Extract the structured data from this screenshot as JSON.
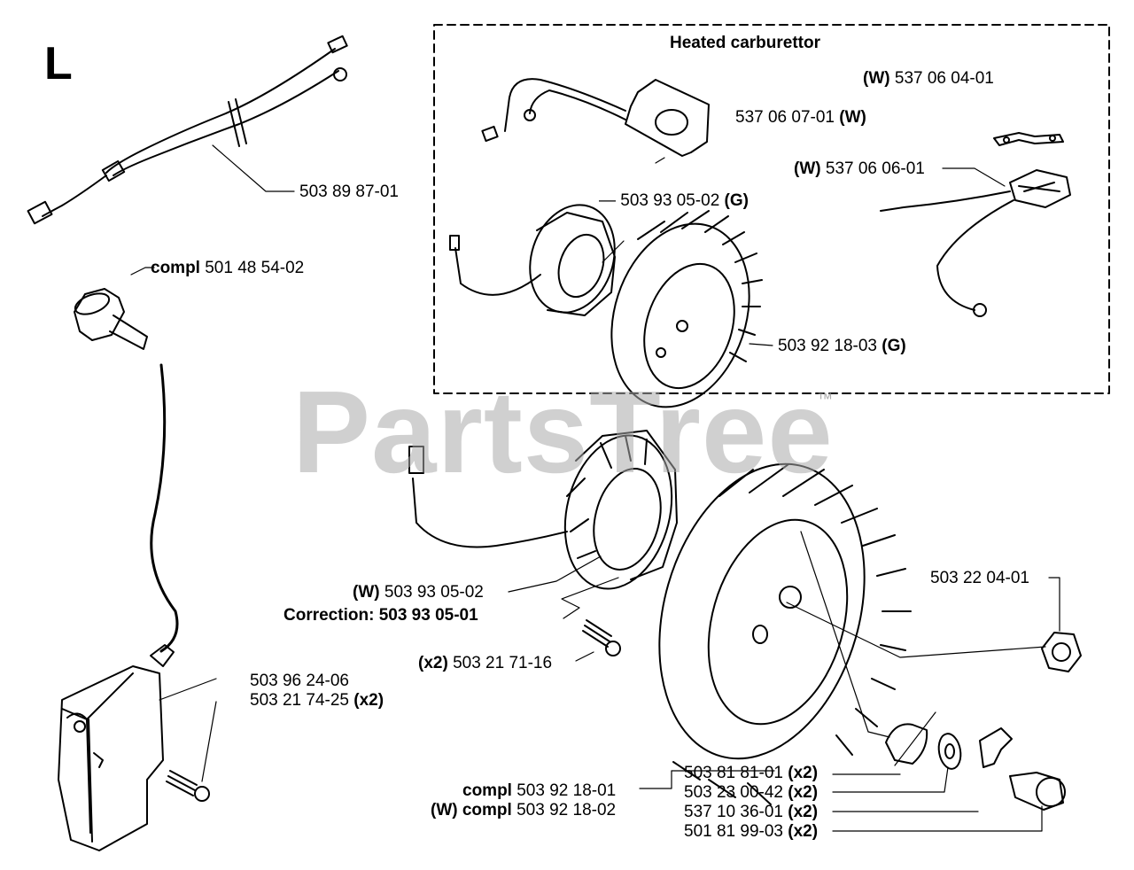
{
  "section_letter": "L",
  "watermark": {
    "text": "PartsTree",
    "tm": "™"
  },
  "heated_box": {
    "heading": "Heated carburettor"
  },
  "labels": {
    "wiring_harness": {
      "num": "503 89 87-01"
    },
    "spark_cap": {
      "prefix": "compl",
      "num": "501 48 54-02"
    },
    "heated_w_bracket": {
      "prefix": "(W)",
      "num": "537 06 04-01"
    },
    "heated_plate": {
      "num": "537 06 07-01",
      "suffix": "(W)"
    },
    "heated_element": {
      "prefix": "(W)",
      "num": "537 06 06-01"
    },
    "heated_generator": {
      "num": "— 503 93 05-02",
      "suffix": "(G)"
    },
    "heated_flywheel": {
      "num": "503 92 18-03",
      "suffix": "(G)"
    },
    "generator_w": {
      "prefix": "(W)",
      "num": "503 93 05-02"
    },
    "correction": {
      "prefix": "Correction:",
      "num": "503 93 05-01"
    },
    "screw_x2": {
      "prefix": "(x2)",
      "num": "503 21 71-16"
    },
    "ignition_module": {
      "num": "503 96 24-06"
    },
    "module_screws": {
      "num": "503 21 74-25",
      "suffix": "(x2)"
    },
    "nut": {
      "num": "503 22 04-01"
    },
    "flywheel_compl": {
      "prefix": "compl",
      "num": "503 92 18-01"
    },
    "flywheel_compl_w": {
      "prefix": "(W) compl",
      "num": "503 92 18-02"
    },
    "part_a": {
      "num": "503 81 81-01",
      "suffix": "(x2)"
    },
    "part_b": {
      "num": "503 23 00-42",
      "suffix": "(x2)"
    },
    "part_c": {
      "num": "537 10 36-01",
      "suffix": "(x2)"
    },
    "part_d": {
      "num": "501 81 99-03",
      "suffix": "(x2)"
    }
  }
}
